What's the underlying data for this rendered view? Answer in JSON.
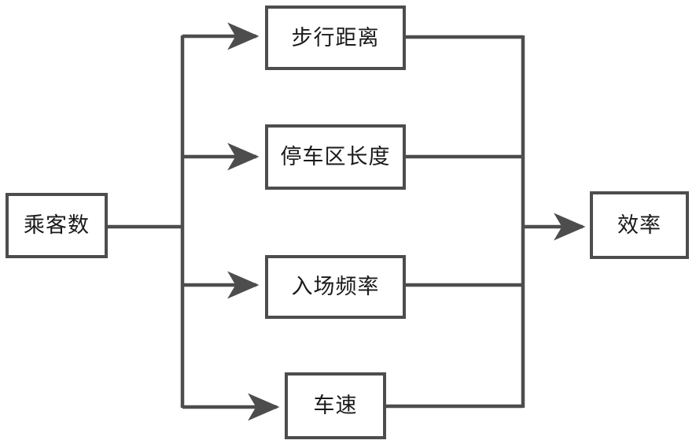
{
  "diagram": {
    "title": "",
    "stroke_color": "#4d4d4d",
    "text_color": "#1a1a1a",
    "background": "#ffffff",
    "nodes": [
      {
        "id": "passengers",
        "label": "乘客数",
        "role": "input"
      },
      {
        "id": "walk",
        "label": "步行距离",
        "role": "intermediate"
      },
      {
        "id": "parklen",
        "label": "停车区长度",
        "role": "intermediate"
      },
      {
        "id": "entryfreq",
        "label": "入场频率",
        "role": "intermediate"
      },
      {
        "id": "speed",
        "label": "车速",
        "role": "intermediate"
      },
      {
        "id": "efficiency",
        "label": "效率",
        "role": "output"
      }
    ],
    "edges": [
      {
        "from": "passengers",
        "to": "walk",
        "arrow": true
      },
      {
        "from": "passengers",
        "to": "parklen",
        "arrow": true
      },
      {
        "from": "passengers",
        "to": "entryfreq",
        "arrow": true
      },
      {
        "from": "passengers",
        "to": "speed",
        "arrow": true
      },
      {
        "from": "walk",
        "to": "efficiency",
        "arrow": true
      },
      {
        "from": "parklen",
        "to": "efficiency",
        "arrow": true
      },
      {
        "from": "entryfreq",
        "to": "efficiency",
        "arrow": true
      },
      {
        "from": "speed",
        "to": "efficiency",
        "arrow": true
      }
    ]
  }
}
